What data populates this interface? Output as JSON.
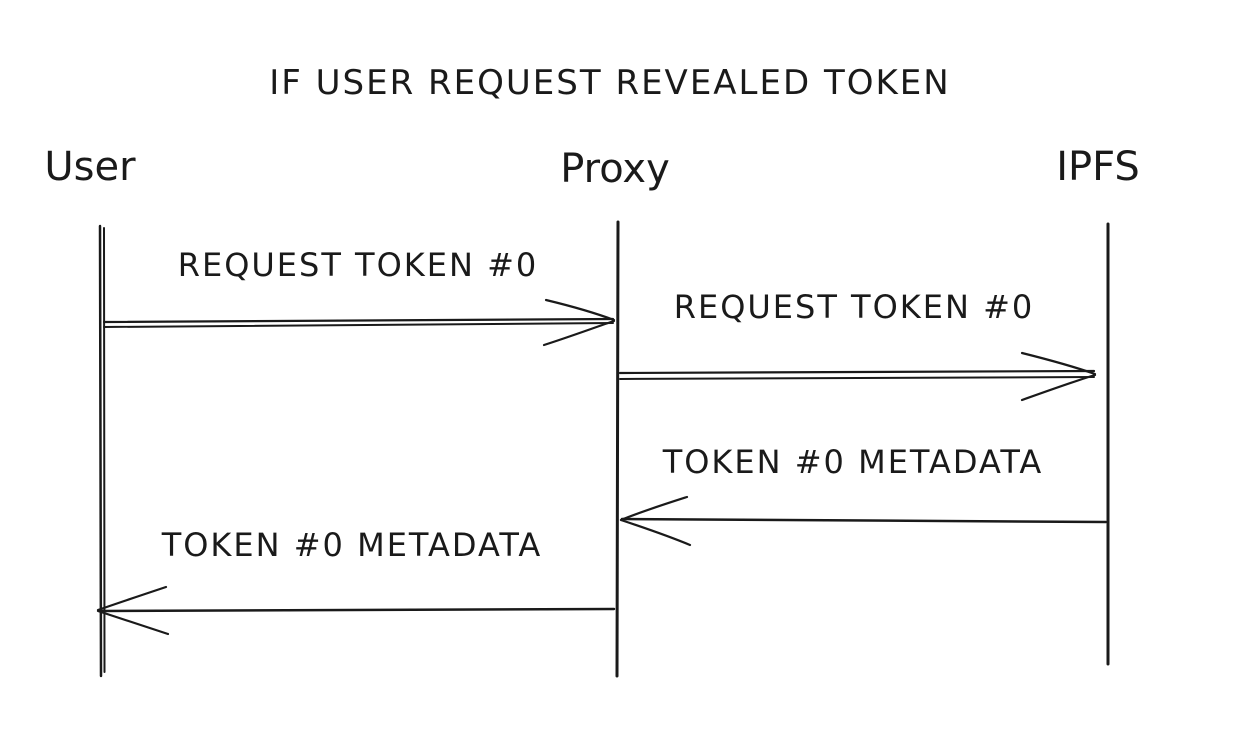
{
  "title": "IF USER REQUEST REVEALED TOKEN",
  "actors": [
    {
      "id": "user",
      "label": "User"
    },
    {
      "id": "proxy",
      "label": "Proxy"
    },
    {
      "id": "ipfs",
      "label": "IPFS"
    }
  ],
  "messages": [
    {
      "from": "user",
      "to": "proxy",
      "label": "REQUEST TOKEN #0"
    },
    {
      "from": "proxy",
      "to": "ipfs",
      "label": "REQUEST TOKEN #0"
    },
    {
      "from": "ipfs",
      "to": "proxy",
      "label": "TOKEN #0 METADATA"
    },
    {
      "from": "proxy",
      "to": "user",
      "label": "TOKEN #0 METADATA"
    }
  ],
  "colors": {
    "ink": "#1a1a1a",
    "background": "#ffffff"
  }
}
